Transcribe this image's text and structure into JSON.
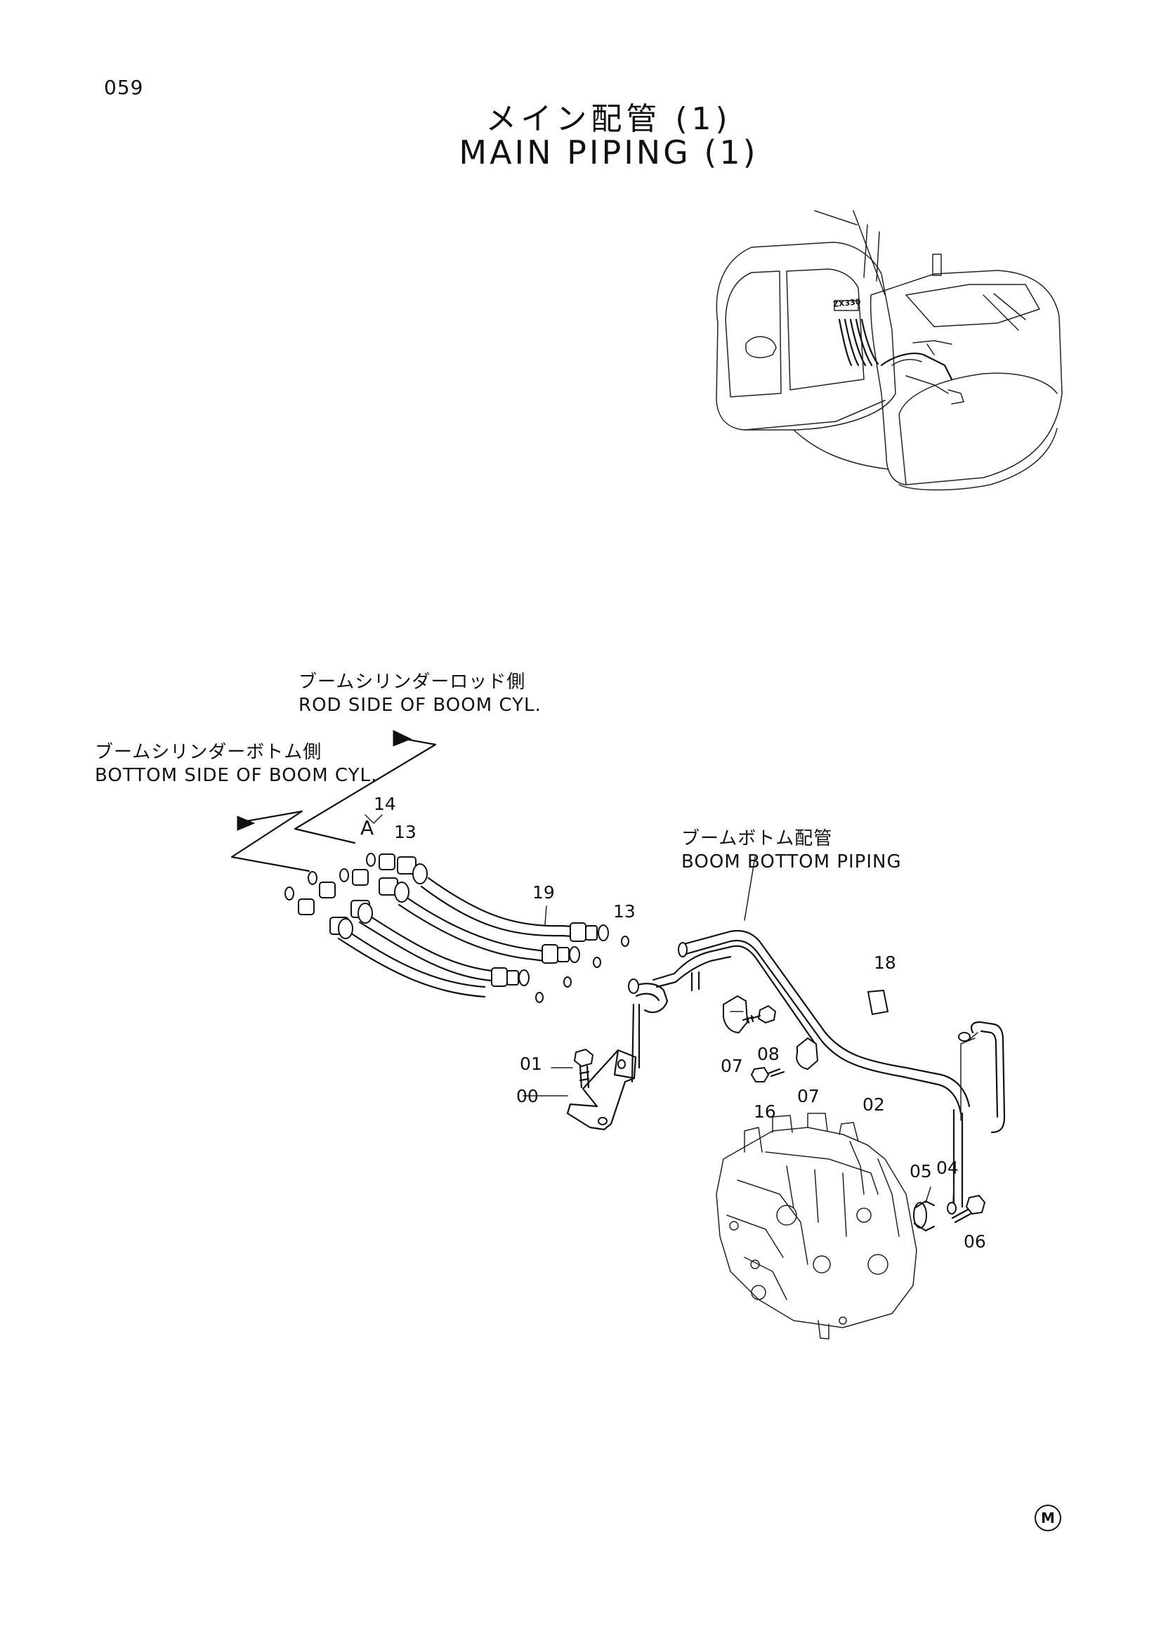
{
  "page_number": "059",
  "title_jp": "メイン配管 (1)",
  "title_en": "MAIN PIPING (1)",
  "captions": {
    "rod_side_jp": "ブームシリンダーロッド側",
    "rod_side_en": "ROD SIDE OF BOOM CYL.",
    "bottom_side_jp": "ブームシリンダーボトム側",
    "bottom_side_en": "BOTTOM SIDE OF BOOM CYL.",
    "boom_bottom_jp": "ブームボトム配管",
    "boom_bottom_en": "BOOM BOTTOM PIPING"
  },
  "part_labels": {
    "p14": "14",
    "pA": "A",
    "p13a": "13",
    "p19": "19",
    "p13b": "13",
    "p18": "18",
    "p01": "01",
    "p00": "00",
    "p07a": "07",
    "p08": "08",
    "p07b": "07",
    "p16": "16",
    "p02": "02",
    "p05": "05",
    "p04": "04",
    "p06": "06"
  },
  "machine_badge": "ZX330",
  "maker_mark": "M"
}
